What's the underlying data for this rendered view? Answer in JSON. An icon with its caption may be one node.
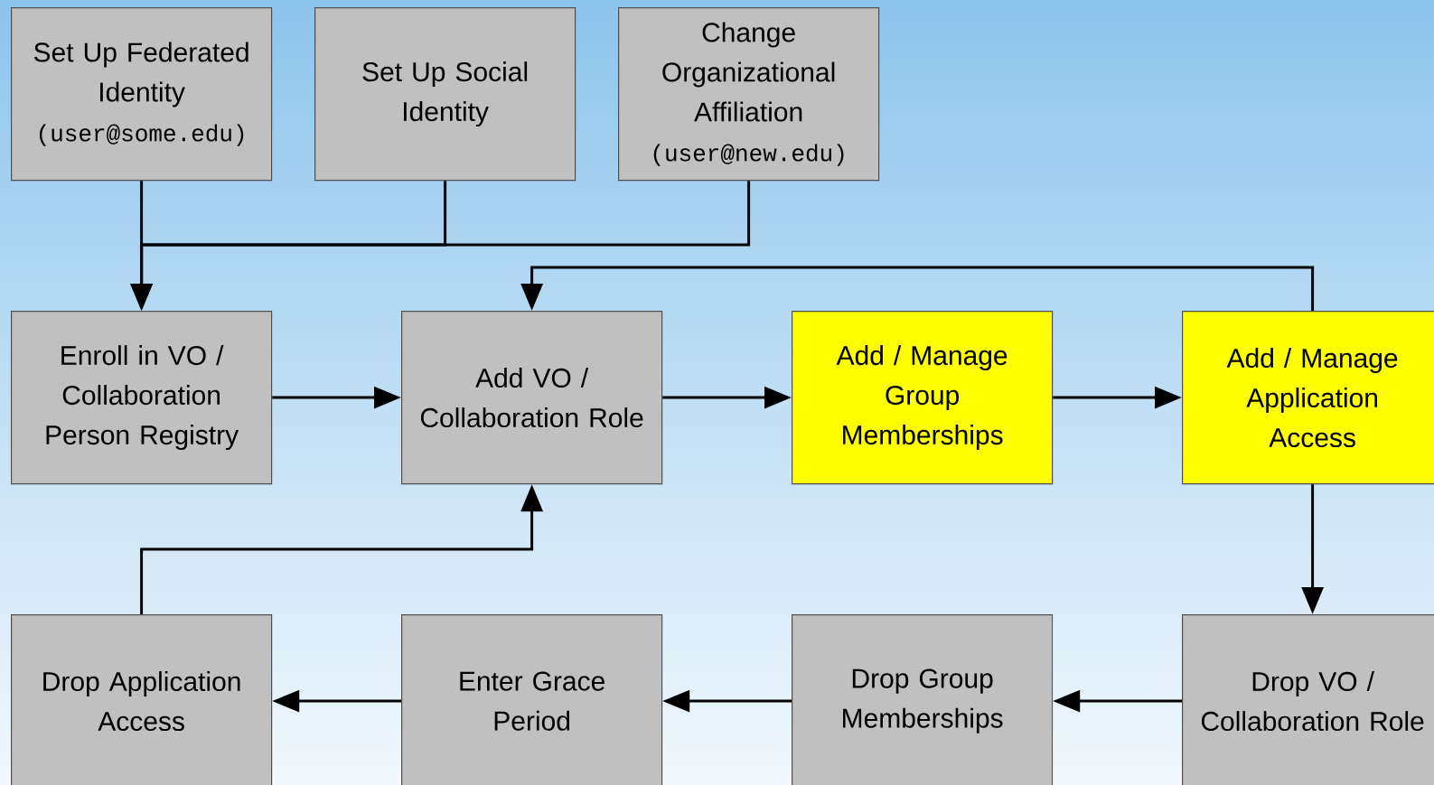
{
  "diagram": {
    "nodes": [
      {
        "text": [
          "Set Up Federated Identity",
          "(user@some.edu)"
        ]
      },
      {
        "text": [
          "Set Up Social Identity"
        ]
      },
      {
        "text": [
          "Change Organizational Affiliation",
          "(user@new.edu)"
        ]
      },
      {
        "text": [
          "Enroll in VO / Collaboration Person Registry"
        ]
      },
      {
        "text": [
          "Add VO / Collaboration Role"
        ]
      },
      {
        "text": [
          "Add / Manage Group Memberships"
        ]
      },
      {
        "text": [
          "Add / Manage Application Access"
        ]
      },
      {
        "text": [
          "Drop Application Access"
        ]
      },
      {
        "text": [
          "Enter Grace Period"
        ]
      },
      {
        "text": [
          "Drop Group Memberships"
        ]
      },
      {
        "text": [
          "Drop VO / Collaboration Role"
        ]
      }
    ],
    "edges": [
      {
        "from": 0,
        "to": 3,
        "arrow": "to"
      },
      {
        "from": 1,
        "to": 3,
        "arrow": "to"
      },
      {
        "from": 2,
        "to": 3,
        "arrow": "to"
      },
      {
        "from": 3,
        "to": 4,
        "arrow": "to"
      },
      {
        "from": 4,
        "to": 5,
        "arrow": "to"
      },
      {
        "from": 5,
        "to": 6,
        "arrow": "to"
      },
      {
        "from": 6,
        "to": 4,
        "arrow": "to"
      },
      {
        "from": 6,
        "to": 10,
        "arrow": "to"
      },
      {
        "from": 10,
        "to": 9,
        "arrow": "to"
      },
      {
        "from": 9,
        "to": 8,
        "arrow": "to"
      },
      {
        "from": 8,
        "to": 7,
        "arrow": "to"
      },
      {
        "from": 7,
        "to": 4,
        "arrow": "to"
      }
    ]
  }
}
